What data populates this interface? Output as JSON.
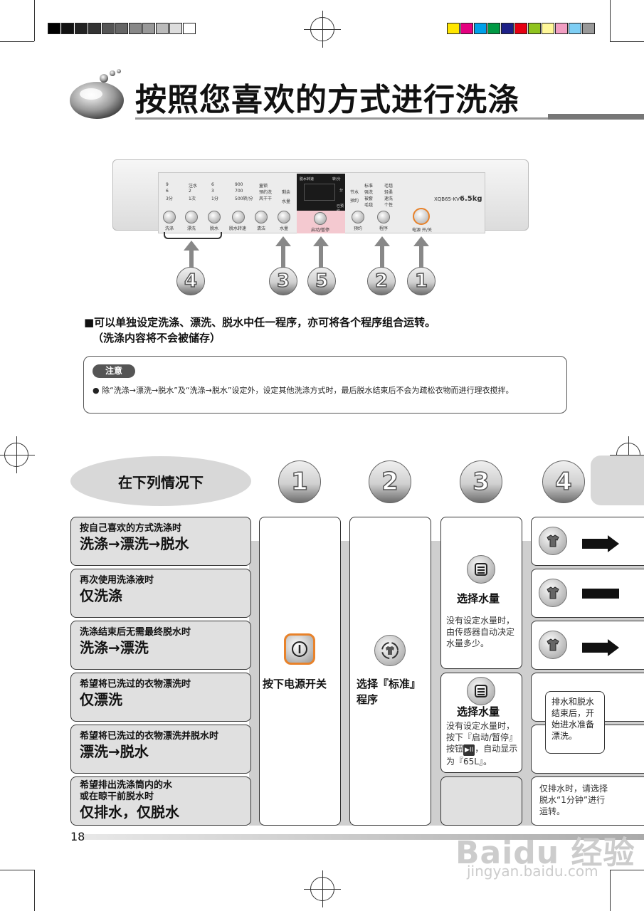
{
  "page": {
    "title": "按照您喜欢的方式进行洗涤",
    "page_number": "18",
    "watermark": "Baidu 经验",
    "watermark_url": "jingyan.baidu.com"
  },
  "panel": {
    "model": "XQB65-KV",
    "capacity": "6.5kg",
    "lcd_label": "脱水转速",
    "lcd_unit": "转/分",
    "lcd_unit2": "分",
    "lcd_reserve": "已预约",
    "options": {
      "wash": [
        "9",
        "6",
        "3分"
      ],
      "rinse": [
        "注水",
        "2",
        "1次"
      ],
      "spin": [
        "6",
        "3",
        "1分"
      ],
      "speed": [
        "900",
        "700",
        "500转/分"
      ],
      "lock": [
        "童锁",
        "预约洗",
        "风干干"
      ],
      "water": [
        "剩余",
        "水量"
      ],
      "modes_left": [
        "节水",
        "预约"
      ],
      "programs": [
        "标准",
        "毛毯",
        "强洗",
        "轻柔",
        "被套",
        "速洗",
        "毛毯",
        "个性"
      ]
    },
    "buttons": [
      {
        "label": "洗涤",
        "icon": "wash-icon"
      },
      {
        "label": "漂洗",
        "icon": "rinse-icon"
      },
      {
        "label": "脱水",
        "icon": "spin-icon"
      },
      {
        "label": "脱水转速",
        "icon": "speed-icon"
      },
      {
        "label": "清洁",
        "icon": "clean-icon"
      },
      {
        "label": "水量",
        "icon": "water-level-icon"
      },
      {
        "label": "启动/暂停",
        "icon": "play-pause-icon"
      },
      {
        "label": "预约",
        "icon": "clock-icon"
      },
      {
        "label": "程序",
        "icon": "program-icon"
      },
      {
        "label": "电源 开/关",
        "icon": "power-icon"
      }
    ]
  },
  "step_numbers": [
    "4",
    "3",
    "5",
    "2",
    "1"
  ],
  "intro": {
    "line1": "■可以单独设定洗涤、漂洗、脱水中任一程序，亦可将各个程序组合运转。",
    "line2": "（洗涤内容将不会被储存）"
  },
  "note": {
    "tag": "注意",
    "text": "● 除“洗涤→漂洗→脱水”及“洗涤→脱水”设定外，设定其他洗涤方式时，最后脱水结束后不会为疏松衣物而进行理衣搅拌。"
  },
  "table": {
    "header": "在下列情况下",
    "columns": [
      "1",
      "2",
      "3",
      "4"
    ],
    "rows": [
      {
        "condition": "按自己喜欢的方式洗涤时",
        "program": "洗涤→漂洗→脱水"
      },
      {
        "condition": "再次使用洗涤液时",
        "program": "仅洗涤"
      },
      {
        "condition": "洗涤结束后无需最终脱水时",
        "program": "洗涤→漂洗"
      },
      {
        "condition": "希望将已洗过的衣物漂洗时",
        "program": "仅漂洗"
      },
      {
        "condition": "希望将已洗过的衣物漂洗并脱水时",
        "program": "漂洗→脱水"
      },
      {
        "condition": "希望排出洗涤筒内的水\n或在晾干前脱水时",
        "program": "仅排水，仅脱水"
      }
    ],
    "step1": "按下电源开关",
    "step2": "选择『标准』程序",
    "step3a_title": "选择水量",
    "step3a_text": "没有设定水量时，由传感器自动决定水量多少。",
    "step3b_title": "选择水量",
    "step3b_text1": "没有设定水量时，按下『启动/暂停』",
    "step3b_text2": "按钮",
    "step3b_text3": "，自动显示为『65L』。",
    "callout": "排水和脱水结束后，开始进水准备漂洗。",
    "drain_text": "仅排水时，请选择脱水“1分钟”进行运转。"
  },
  "colors": {
    "accent": "#e8822a",
    "grey_band": "#cfcfcf",
    "row_bg": "#e0e0e0"
  }
}
